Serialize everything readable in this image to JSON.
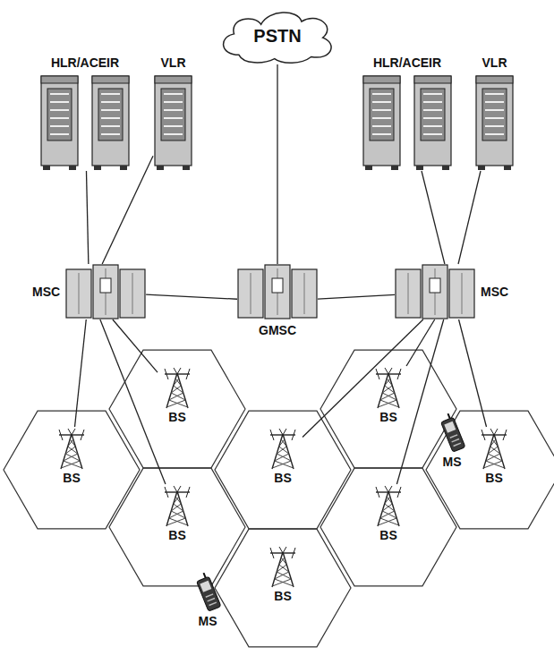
{
  "diagram": {
    "nodes": [
      {
        "text": [
          "PSTN"
        ]
      },
      {
        "text": [
          "HLR/ACEIR"
        ]
      },
      {
        "text": [
          "VLR"
        ]
      },
      {
        "text": [
          "HLR/ACEIR"
        ]
      },
      {
        "text": [
          "VLR"
        ]
      },
      {
        "text": [
          "MSC"
        ]
      },
      {
        "text": [
          "GMSC"
        ]
      },
      {
        "text": [
          "MSC"
        ]
      },
      {
        "text": [
          "BS"
        ]
      },
      {
        "text": [
          "BS"
        ]
      },
      {
        "text": [
          "BS"
        ]
      },
      {
        "text": [
          "BS"
        ]
      },
      {
        "text": [
          "BS"
        ]
      },
      {
        "text": [
          "MS"
        ]
      },
      {
        "text": [
          "BS"
        ]
      },
      {
        "text": [
          "BS"
        ]
      },
      {
        "text": [
          "BS"
        ]
      },
      {
        "text": [
          "MS"
        ]
      }
    ],
    "edges": [
      {
        "from": 0,
        "to": 6,
        "arrow": "none"
      },
      {
        "from": 1,
        "to": 5,
        "arrow": "none"
      },
      {
        "from": 2,
        "to": 5,
        "arrow": "none"
      },
      {
        "from": 3,
        "to": 7,
        "arrow": "none"
      },
      {
        "from": 4,
        "to": 7,
        "arrow": "none"
      },
      {
        "from": 5,
        "to": 6,
        "arrow": "none"
      },
      {
        "from": 6,
        "to": 7,
        "arrow": "none"
      },
      {
        "from": 5,
        "to": 10,
        "arrow": "none"
      },
      {
        "from": 5,
        "to": 8,
        "arrow": "none"
      },
      {
        "from": 5,
        "to": 14,
        "arrow": "none"
      },
      {
        "from": 7,
        "to": 11,
        "arrow": "none"
      },
      {
        "from": 7,
        "to": 9,
        "arrow": "none"
      },
      {
        "from": 7,
        "to": 15,
        "arrow": "none"
      },
      {
        "from": 7,
        "to": 12,
        "arrow": "none"
      }
    ]
  }
}
